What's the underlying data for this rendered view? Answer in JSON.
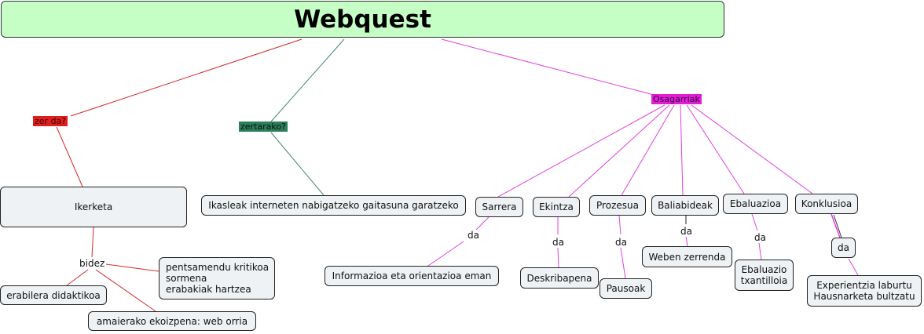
{
  "title": "Webquest",
  "colors": {
    "title_bg": "#c6ffc6",
    "zer_da": "#e01e1e",
    "zertarako": "#2e7d5b",
    "osagarriak": "#e01ed8",
    "line_red": "#d42a2a",
    "line_green": "#3f8a6a",
    "line_magenta": "#e040e0",
    "node_bg": "#eef2f5"
  },
  "branches": {
    "zer_da": {
      "label": "zer da?",
      "node": "Ikerketa",
      "link": "bidez",
      "targets": [
        [
          "pentsamendu kritikoa",
          "sormena",
          "erabakiak hartzea"
        ],
        [
          "erabilera didaktikoa"
        ],
        [
          "amaierako ekoizpena: web orria"
        ]
      ]
    },
    "zertarako": {
      "label": "zertarako?",
      "node": "Ikasleak interneten nabigatzeko gaitasuna garatzeko"
    },
    "osagarriak": {
      "label": "Osagarriak",
      "items": [
        {
          "name": "Sarrera",
          "link": "da",
          "target": [
            "Informazioa eta orientazioa eman"
          ]
        },
        {
          "name": "Ekintza",
          "link": "da",
          "target": [
            "Deskribapena"
          ]
        },
        {
          "name": "Prozesua",
          "link": "da",
          "target": [
            "Pausoak"
          ]
        },
        {
          "name": "Baliabideak",
          "link": "da",
          "target": [
            "Weben zerrenda"
          ]
        },
        {
          "name": "Ebaluazioa",
          "link": "da",
          "target": [
            "Ebaluazio",
            "txantilloia"
          ]
        },
        {
          "name": "Konklusioa",
          "link": "da",
          "target": [
            "Experientzia laburtu",
            "Hausnarketa bultzatu"
          ]
        }
      ]
    }
  }
}
